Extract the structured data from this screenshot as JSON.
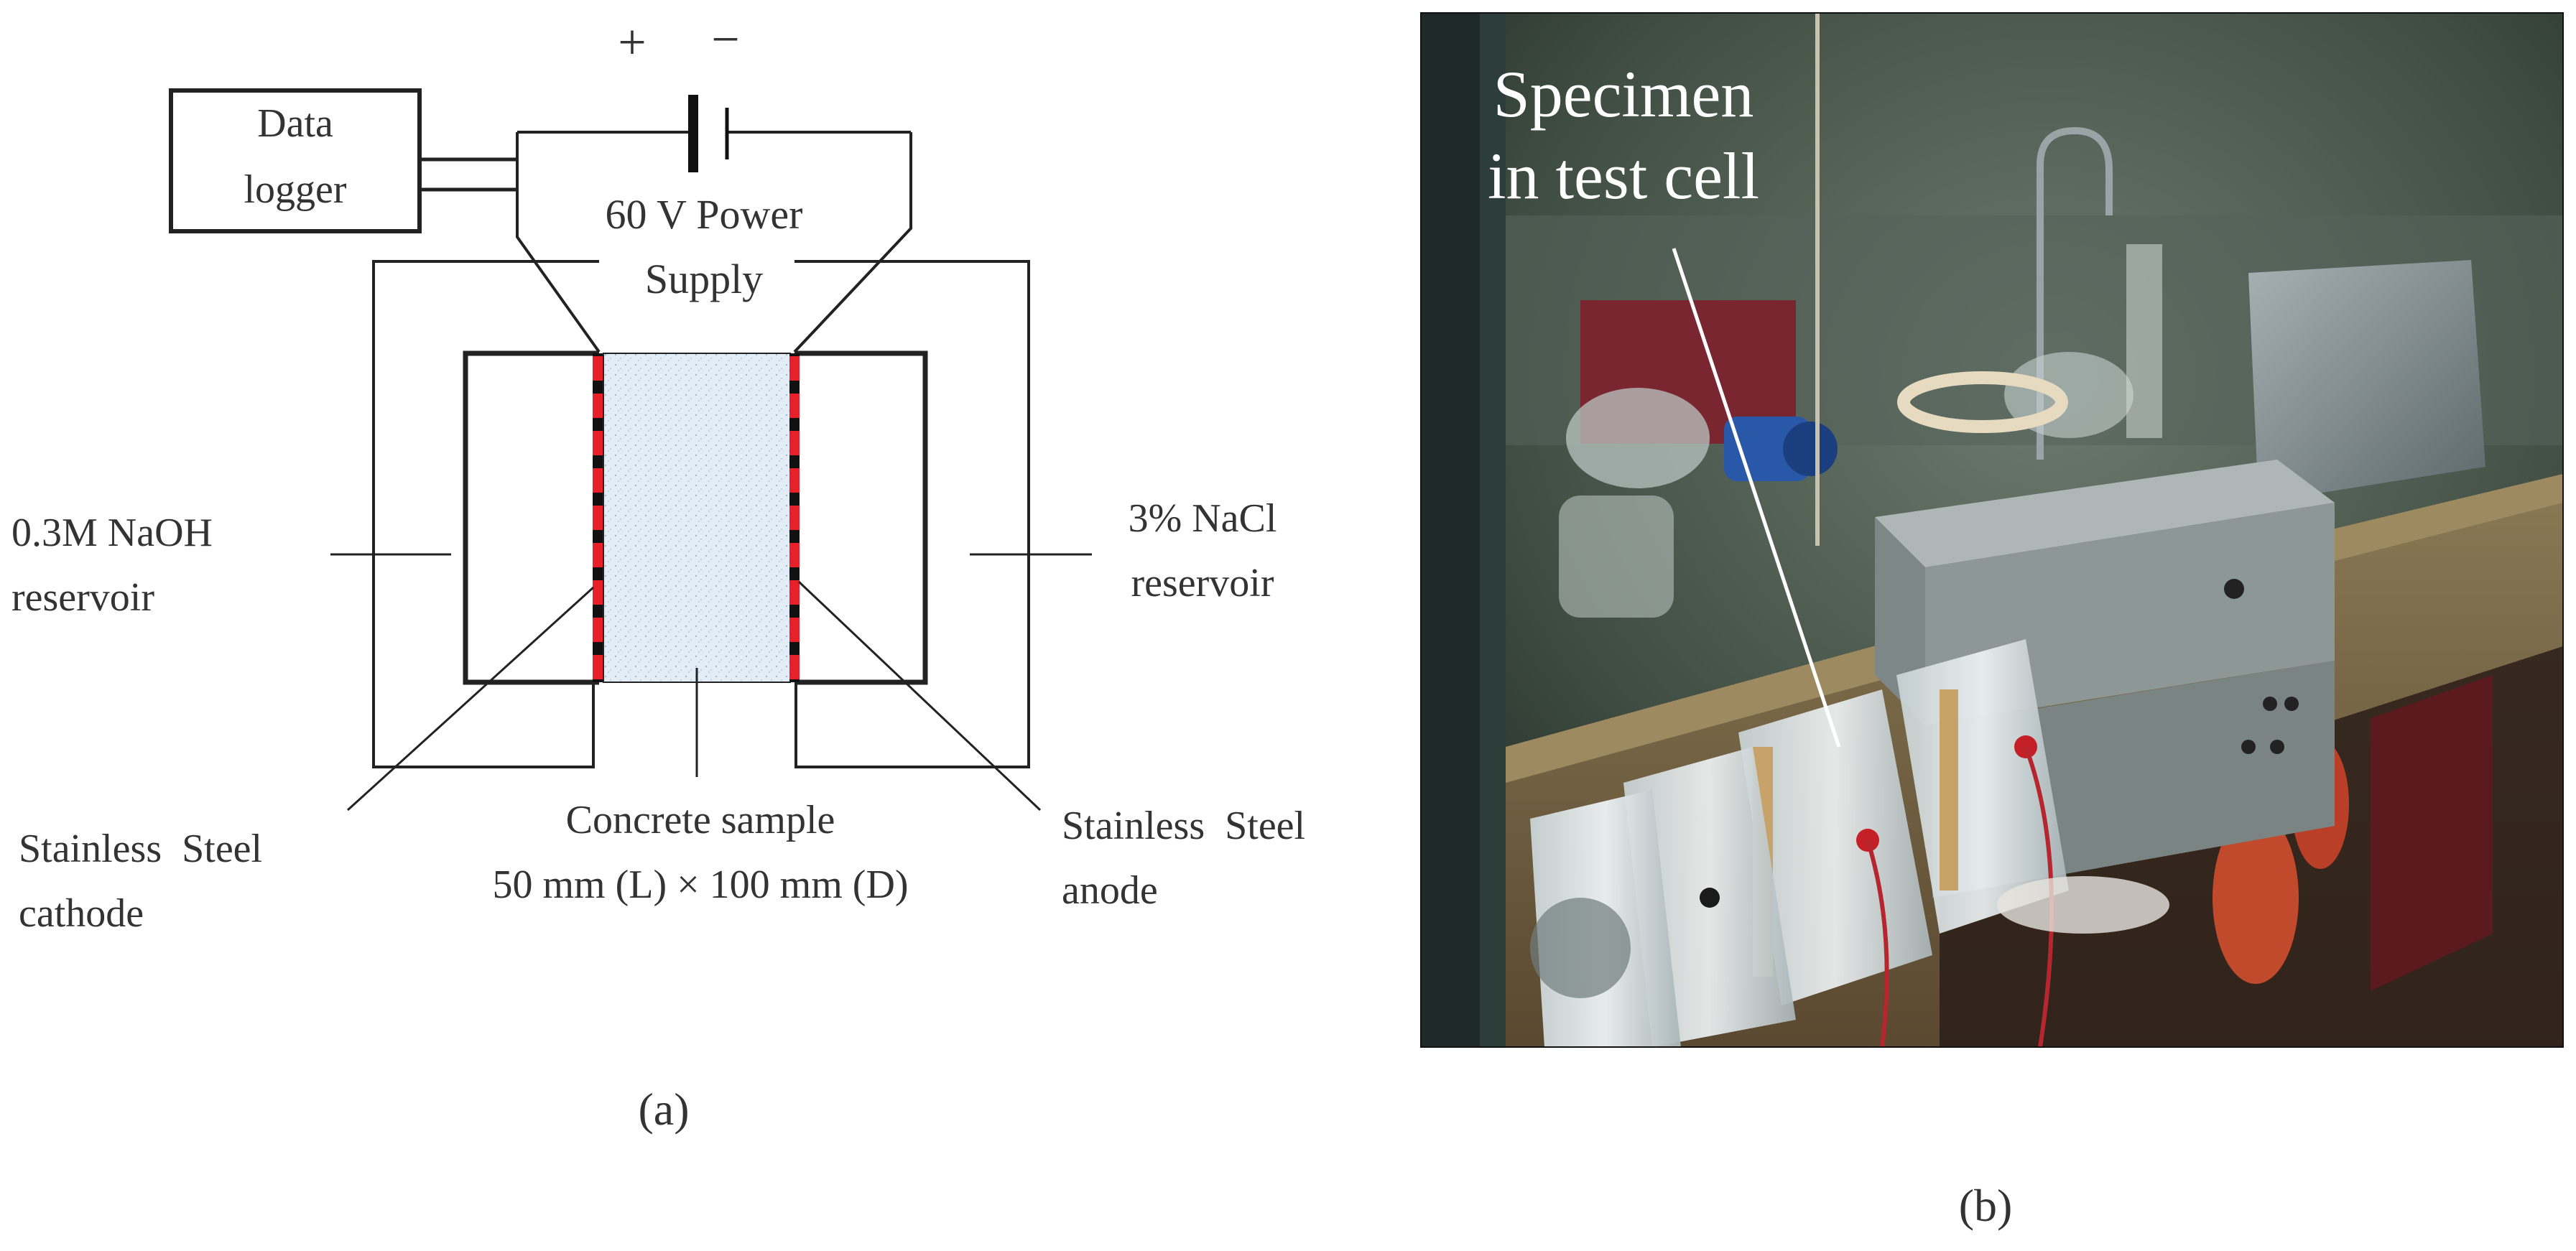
{
  "panel_a": {
    "data_logger_line1": "Data",
    "data_logger_line2": "logger",
    "plus_sign": "+",
    "minus_sign": "−",
    "power_line1": "60 V Power",
    "power_line2": "Supply",
    "naoh_line1": "0.3M NaOH",
    "naoh_line2": "reservoir",
    "nacl_line1": "3% NaCl",
    "nacl_line2": "reservoir",
    "cathode_line1": "Stainless  Steel",
    "cathode_line2": "cathode",
    "sample_line1": "Concrete sample",
    "sample_line2": "50 mm (L) × 100 mm (D)",
    "anode_line1": "Stainless  Steel",
    "anode_line2": "anode",
    "caption": "(a)"
  },
  "panel_b": {
    "photo_label_line1": "Specimen",
    "photo_label_line2": "in test cell",
    "caption": "(b)"
  },
  "colors": {
    "electrode_red": "#e8202a",
    "sample_fill": "#dbe8f3",
    "lab_wall": "#3b4a3c",
    "bench": "#6b5233"
  }
}
